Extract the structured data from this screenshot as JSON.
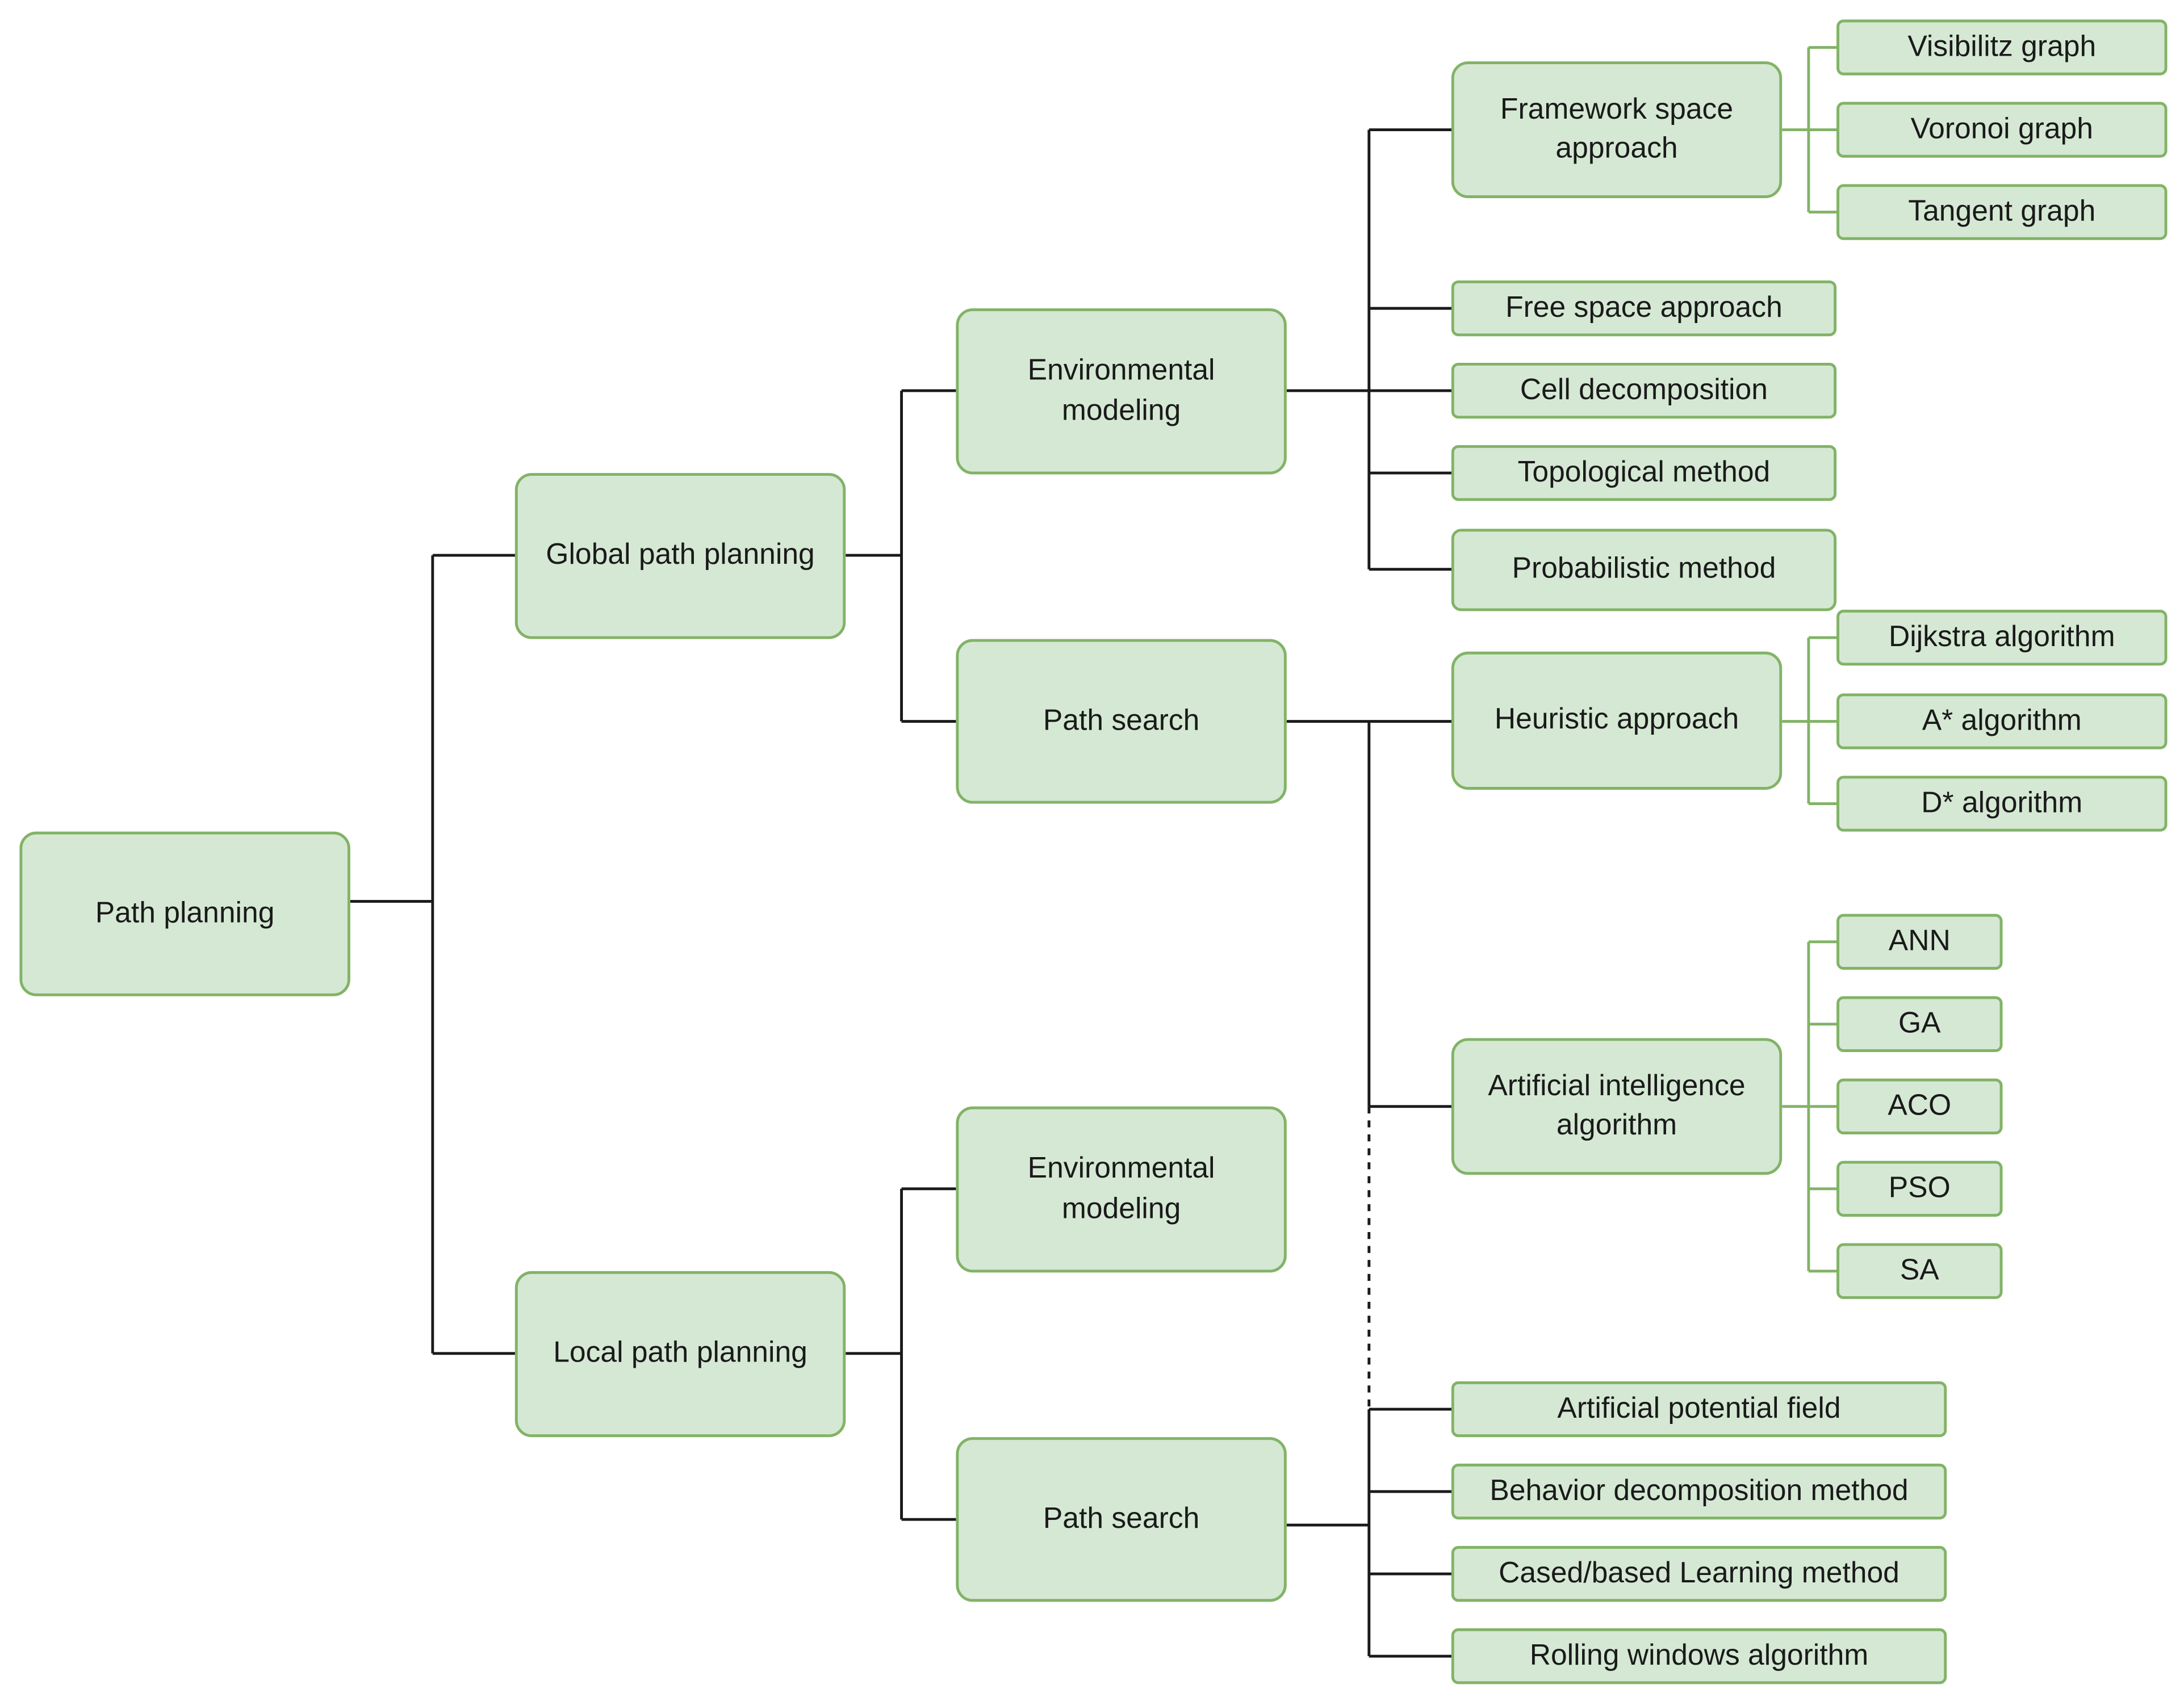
{
  "root": "Path planning",
  "global": {
    "label": "Global path planning",
    "env": "Environmental modeling",
    "search": "Path search",
    "framework": "Framework space approach",
    "framework_children": [
      "Visibilitz graph",
      "Voronoi graph",
      "Tangent graph"
    ],
    "env_methods": [
      "Free space approach",
      "Cell decomposition",
      "Topological method",
      "Probabilistic method"
    ],
    "heuristic": "Heuristic approach",
    "heuristic_children": [
      "Dijkstra algorithm",
      "A* algorithm",
      "D* algorithm"
    ],
    "ai": "Artificial intelligence algorithm",
    "ai_children": [
      "ANN",
      "GA",
      "ACO",
      "PSO",
      "SA"
    ]
  },
  "local": {
    "label": "Local path planning",
    "env": "Environmental modeling",
    "search": "Path search",
    "search_methods": [
      "Artificial potential field",
      "Behavior decomposition method",
      "Cased/based Learning method",
      "Rolling windows algorithm"
    ]
  },
  "colors": {
    "fill": "#d5e8d4",
    "stroke": "#82b366",
    "line": "#1a1a1a"
  }
}
